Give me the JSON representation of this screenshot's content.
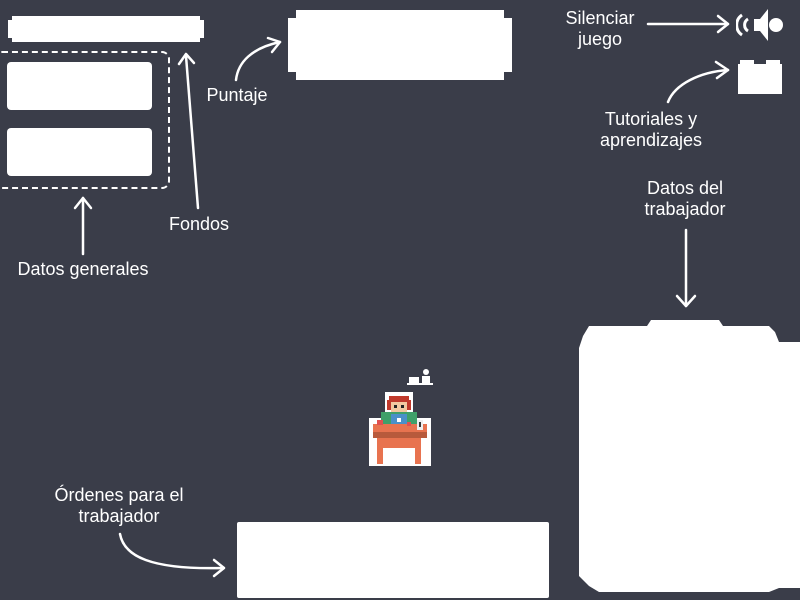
{
  "annotations": {
    "silenciar": [
      "Silenciar",
      "juego"
    ],
    "puntaje": "Puntaje",
    "tutoriales": [
      "Tutoriales y",
      "aprendizajes"
    ],
    "datos_trabajador": [
      "Datos del",
      "trabajador"
    ],
    "fondos": "Fondos",
    "datos_generales": "Datos generales",
    "ordenes": [
      "Órdenes para el",
      "trabajador"
    ]
  },
  "icons": {
    "sound": "speaker-icon",
    "tutorial": "folder-icon",
    "worker": "worker-at-desk-icon",
    "laptop": "laptop-user-icon"
  },
  "colors": {
    "background": "#3a3d49",
    "panel": "#ffffff",
    "desk": "#e8734f",
    "hair": "#c0392b",
    "shirt": "#3fa06a",
    "laptop": "#4a90c8"
  }
}
